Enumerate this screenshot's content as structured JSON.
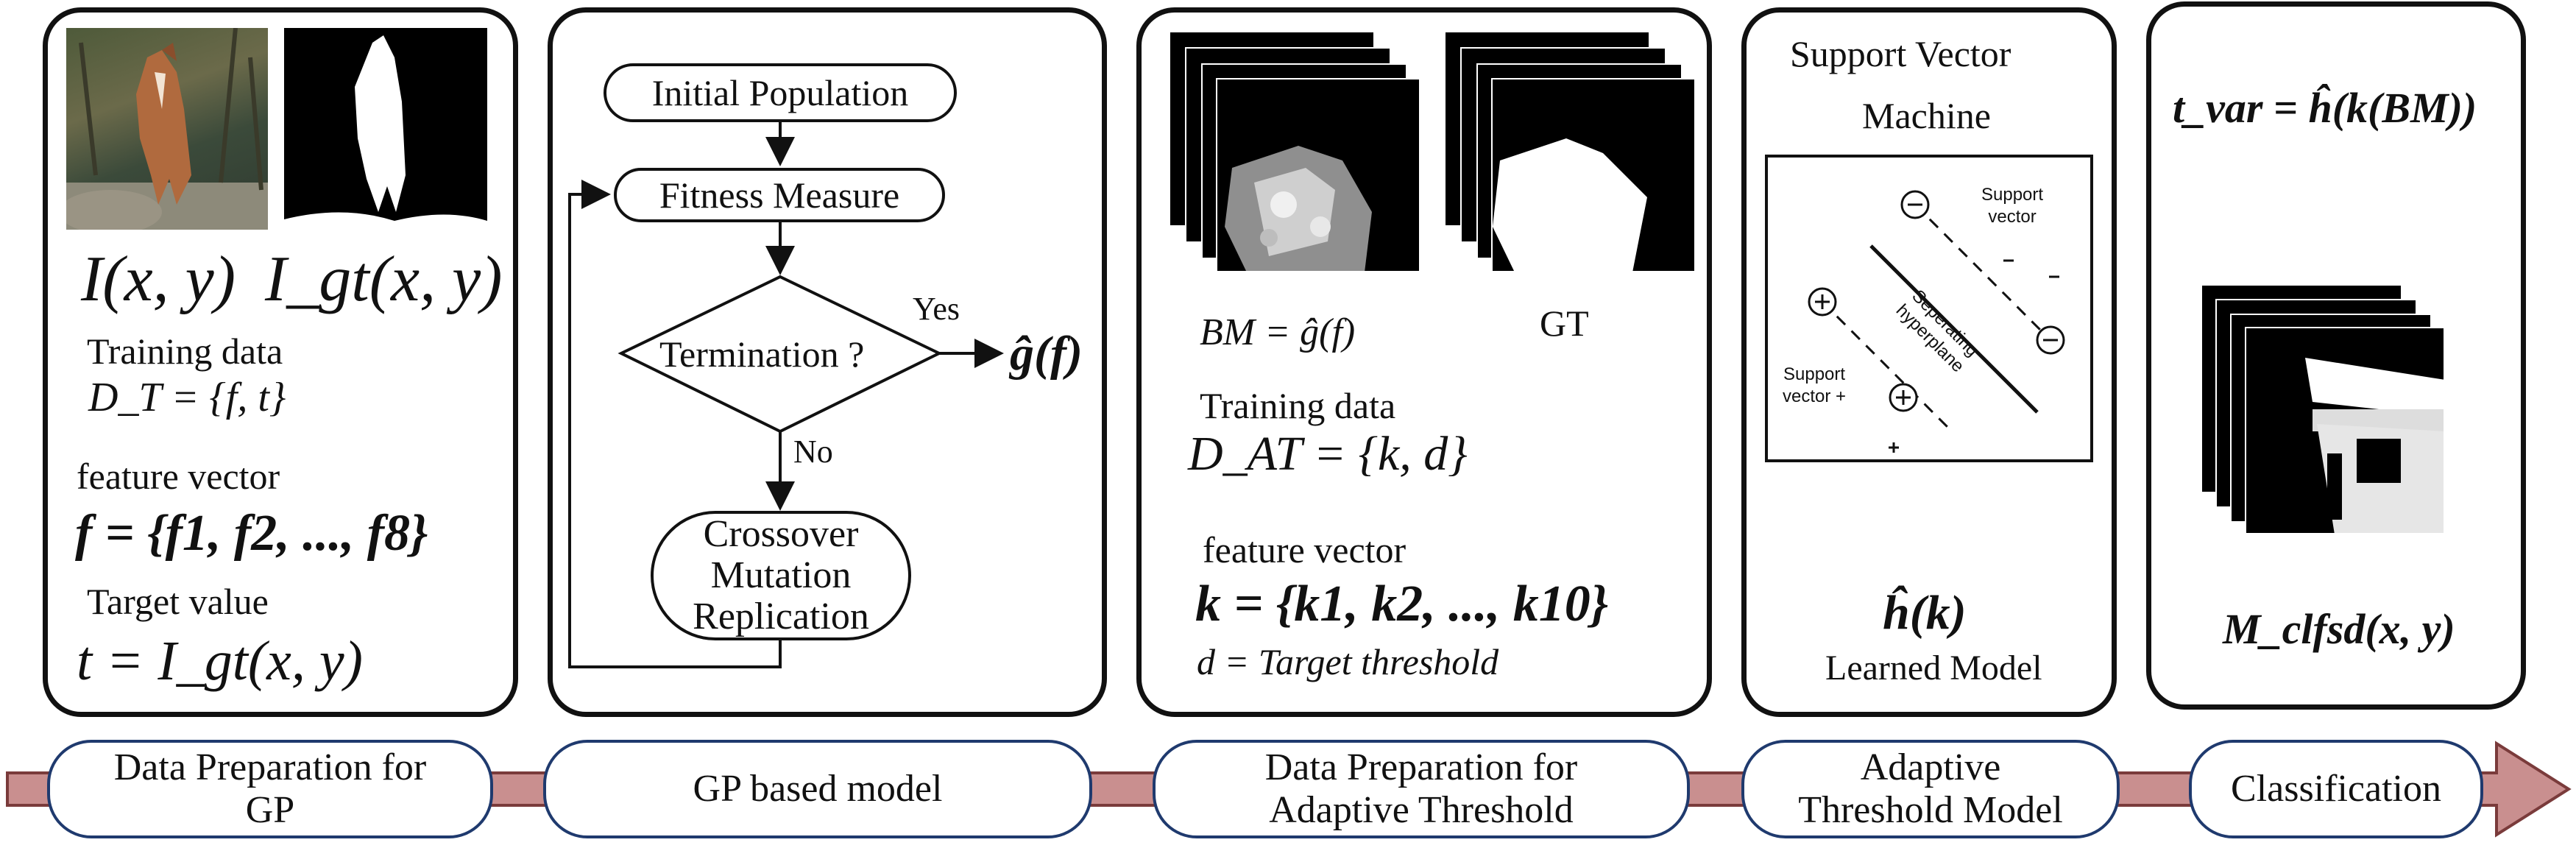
{
  "panel1": {
    "input_image": "I(x, y)",
    "gt_image": "I_gt(x, y)",
    "training_label": "Training data",
    "training_set": "D_T = {f, t}",
    "feature_label": "feature vector",
    "feature_vector": "f = {f1, f2, ..., f8}",
    "target_label": "Target value",
    "target_expr": "t = I_gt(x, y)"
  },
  "panel2": {
    "initial_population": "Initial Population",
    "fitness_measure": "Fitness Measure",
    "termination": "Termination ?",
    "yes": "Yes",
    "no": "No",
    "ops": [
      "Crossover",
      "Mutation",
      "Replication"
    ],
    "output": "ĝ(f)"
  },
  "panel3": {
    "bm_expr": "BM = ĝ(f)",
    "gt_label": "GT",
    "training_label": "Training data",
    "training_set": "D_AT = {k, d}",
    "feature_label": "feature vector",
    "feature_vector": "k = {k1, k2, ..., k10}",
    "d_expr": "d = Target threshold"
  },
  "panel4": {
    "title_line1": "Support Vector",
    "title_line2": "Machine",
    "support_vector_top": [
      "Support",
      "vector"
    ],
    "support_vector_left": [
      "Support",
      "vector +"
    ],
    "hyperplane": [
      "Seperating",
      "hyperplane"
    ],
    "model_expr": "ĥ(k)",
    "model_label": "Learned Model"
  },
  "panel5": {
    "t_var_expr": "t_var = ĥ(k(BM))",
    "output_expr": "M_clfsd(x, y)"
  },
  "stages": [
    [
      "Data Preparation for",
      "GP"
    ],
    [
      "GP based model"
    ],
    [
      "Data Preparation for",
      "Adaptive Threshold"
    ],
    [
      "Adaptive",
      "Threshold Model"
    ],
    [
      "Classification"
    ]
  ],
  "colors": {
    "arrow_fill": "#c98f8f",
    "arrow_stroke": "#7a3b3b",
    "stage_border": "#1f3a6e"
  }
}
